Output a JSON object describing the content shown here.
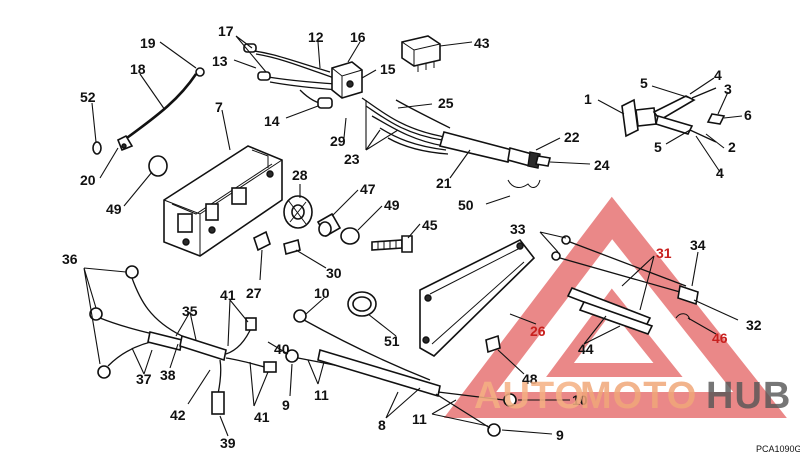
{
  "figure_ref": "PCA1090G",
  "watermark": {
    "word_a": "AUTO",
    "word_b": "MOTO",
    "word_c": "HUB",
    "colors": {
      "a": "#f5b183",
      "b": "#f0a779",
      "c": "#555555",
      "triangle": "#e25a5a"
    }
  },
  "callouts": {
    "n1": "1",
    "n2": "2",
    "n3": "3",
    "n4a": "4",
    "n4b": "4",
    "n5a": "5",
    "n5b": "5",
    "n6": "6",
    "n7": "7",
    "n8": "8",
    "n9a": "9",
    "n9b": "9",
    "n10a": "10",
    "n10b": "10",
    "n11a": "11",
    "n11b": "11",
    "n12": "12",
    "n13": "13",
    "n14": "14",
    "n15": "15",
    "n16": "16",
    "n17": "17",
    "n18": "18",
    "n19": "19",
    "n20": "20",
    "n21": "21",
    "n22": "22",
    "n23": "23",
    "n24": "24",
    "n25": "25",
    "n26": "26",
    "n27": "27",
    "n28": "28",
    "n29": "29",
    "n30": "30",
    "n31": "31",
    "n32": "32",
    "n33": "33",
    "n34": "34",
    "n35": "35",
    "n36": "36",
    "n37": "37",
    "n38": "38",
    "n39": "39",
    "n40": "40",
    "n41a": "41",
    "n41b": "41",
    "n42": "42",
    "n43": "43",
    "n44": "44",
    "n45": "45",
    "n46": "46",
    "n47": "47",
    "n48": "48",
    "n49a": "49",
    "n49b": "49",
    "n50": "50",
    "n51": "51",
    "n52": "52"
  }
}
